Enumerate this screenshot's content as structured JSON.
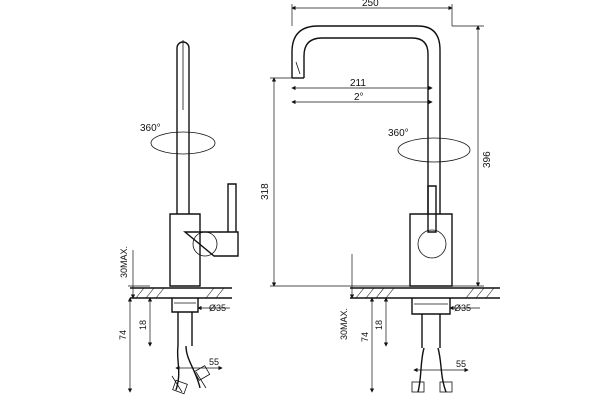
{
  "side_view": {
    "rotation": "360°",
    "counter_max": "30MAX.",
    "thickness": "18",
    "depth": "74",
    "hole": "Ø35",
    "hose_width": "55"
  },
  "front_view": {
    "width_total": "250",
    "reach": "211",
    "angle": "2°",
    "rotation": "360°",
    "height_total": "396",
    "spout_height": "318",
    "counter_max": "30MAX.",
    "thickness": "18",
    "depth": "74",
    "hole": "Ø35",
    "hose_width": "55"
  }
}
